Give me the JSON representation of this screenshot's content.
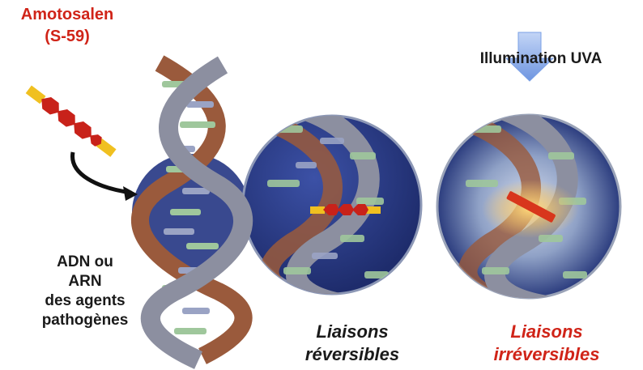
{
  "compound": {
    "name": "Amotosalen",
    "code": "(S-59)"
  },
  "illumination": "Illumination UVA",
  "pathogen_lines": [
    "ADN ou",
    "ARN",
    "des agents",
    "pathogènes"
  ],
  "stage_reversible": [
    "Liaisons",
    "réversibles"
  ],
  "stage_irreversible": [
    "Liaisons",
    "irréversibles"
  ],
  "colors": {
    "label_red": "#d02418",
    "sphere_blue": "#2c3f8a",
    "helix_grey": "#8c8fa0",
    "helix_brown": "#9a5a3c",
    "molecule_red": "#c8221a",
    "molecule_yellow": "#f0c020",
    "uv_arrow": "#8fb2ea"
  },
  "icons": [
    "amotosalen-molecule-icon",
    "uv-down-arrow-icon",
    "dna-helix-icon",
    "crosslink-glow-icon"
  ]
}
